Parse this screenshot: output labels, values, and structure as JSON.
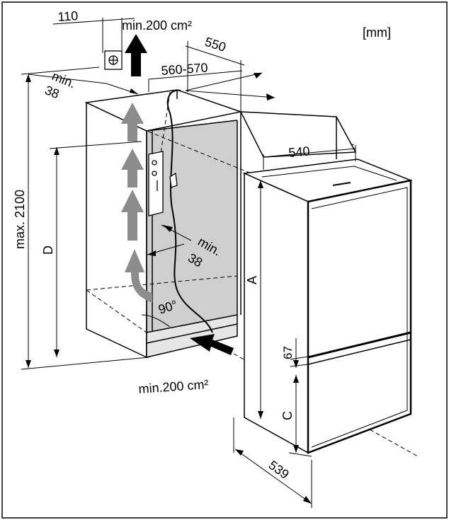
{
  "units_label": "[mm]",
  "dimensions": {
    "offset_110": "110",
    "vent_top": "min.200 cm²",
    "vent_bottom": "min.200 cm²",
    "depth_550": "550",
    "width_560_570": "560-570",
    "min_label_top": "min.",
    "min_value_top": "38",
    "height_max": "max. 2100",
    "niche_D": "D",
    "width_540": "540",
    "min_label_mid": "min.",
    "min_value_mid": "38",
    "angle_90": "90°",
    "appliance_A": "A",
    "gap_67": "67",
    "appliance_C": "C",
    "depth_539": "539"
  },
  "colors": {
    "line": "#000000",
    "airflow_arrow": "#8c8c8c",
    "niche_back": "#cfcfcf",
    "frame": "#000000"
  }
}
